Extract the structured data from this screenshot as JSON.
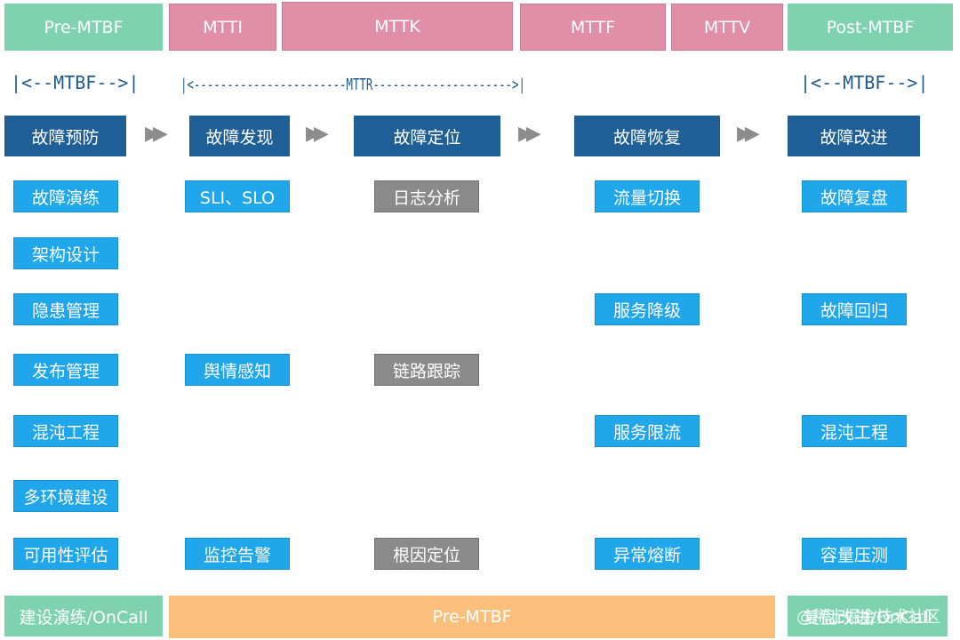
{
  "top_row": [
    "Pre-MTBF",
    "MTTI",
    "MTTK",
    "MTTF",
    "MTTV",
    "Post-MTBF"
  ],
  "ranges": {
    "left": "|<--MTBF-->|",
    "middle": "|<-----------------------MTTR--------------------->|",
    "right": "|<--MTBF-->|"
  },
  "phases": [
    "故障预防",
    "故障发现",
    "故障定位",
    "故障恢复",
    "故障改进"
  ],
  "arrow_glyph": "▶▶",
  "columns": {
    "prevention": [
      "故障演练",
      "架构设计",
      "隐患管理",
      "发布管理",
      "混沌工程",
      "多环境建设",
      "可用性评估"
    ],
    "discovery": [
      "SLI、SLO",
      "舆情感知",
      "监控告警"
    ],
    "location": [
      "日志分析",
      "链路跟踪",
      "根因定位"
    ],
    "recovery": [
      "流量切换",
      "服务降级",
      "服务限流",
      "异常熔断"
    ],
    "improvement": [
      "故障复盘",
      "故障回归",
      "混沌工程",
      "容量压测"
    ]
  },
  "bottom_row": [
    "建设演练/OnCall",
    "Pre-MTBF",
    "复盘改进/OnCall"
  ],
  "watermark": "@稀土掘金技术社区",
  "colors": {
    "teal": "#7fd2b0",
    "pink": "#e08fa6",
    "phase_blue": "#1e5f97",
    "item_blue": "#20a6ea",
    "item_gray": "#8a8a8a",
    "orange": "#f9bf7b"
  }
}
